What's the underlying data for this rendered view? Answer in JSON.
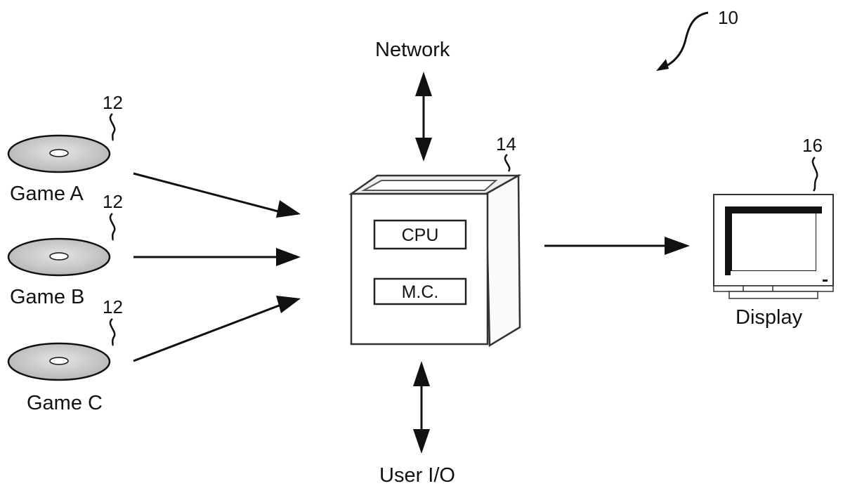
{
  "figure": {
    "ref_number": "10",
    "discs": [
      {
        "label": "Game A",
        "ref": "12"
      },
      {
        "label": "Game B",
        "ref": "12"
      },
      {
        "label": "Game C",
        "ref": "12"
      }
    ],
    "console": {
      "ref": "14",
      "components": [
        "CPU",
        "M.C."
      ]
    },
    "display": {
      "label": "Display",
      "ref": "16"
    },
    "network_label": "Network",
    "user_io_label": "User I/O"
  },
  "colors": {
    "ink": "#111111",
    "disc_fill": "#c8c8c8",
    "background": "#ffffff"
  }
}
